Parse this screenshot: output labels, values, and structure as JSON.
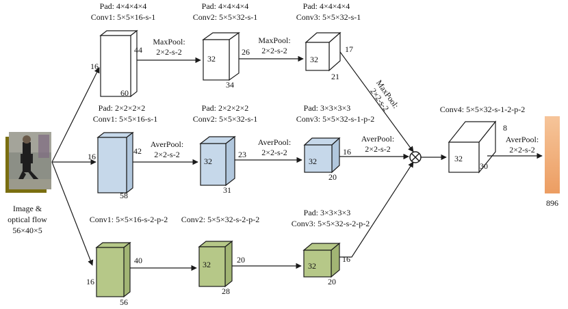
{
  "colors": {
    "white_block": "#ffffff",
    "blue_block": "#c6d8ea",
    "blue_side": "#b1c7dd",
    "green_block": "#b6c888",
    "green_side": "#a2b574",
    "output_block": "#f2b07a",
    "stroke": "#1a1a1a"
  },
  "input": {
    "label_line1": "Image &",
    "label_line2": "optical flow",
    "label_line3": "56×40×5"
  },
  "branch_top": {
    "conv1_pad": "Pad: 4×4×4×4",
    "conv1_label": "Conv1: 5×5×16-s-1",
    "conv1_dims": {
      "left": "16",
      "right": "44",
      "bottom": "60"
    },
    "pool1": {
      "line1": "MaxPool:",
      "line2": "2×2-s-2"
    },
    "conv2_pad": "Pad: 4×4×4×4",
    "conv2_label": "Conv2: 5×5×32-s-1",
    "conv2_dims": {
      "front": "32",
      "right": "26",
      "bottom": "34"
    },
    "pool2": {
      "line1": "MaxPool:",
      "line2": "2×2-s-2"
    },
    "conv3_pad": "Pad: 4×4×4×4",
    "conv3_label": "Conv3: 5×5×32-s-1",
    "conv3_dims": {
      "front": "32",
      "right": "17",
      "bottom": "21"
    },
    "pool3": {
      "line1": "MaxPool:",
      "line2": "2×2-s-2"
    }
  },
  "branch_mid": {
    "conv1_pad": "Pad: 2×2×2×2",
    "conv1_label": "Conv1: 5×5×16-s-1",
    "conv1_dims": {
      "left": "16",
      "right": "42",
      "bottom": "58"
    },
    "pool1": {
      "line1": "AverPool:",
      "line2": "2×2-s-2"
    },
    "conv2_pad": "Pad: 2×2×2×2",
    "conv2_label": "Conv2: 5×5×32-s-1",
    "conv2_dims": {
      "front": "32",
      "right": "23",
      "bottom": "31"
    },
    "pool2": {
      "line1": "AverPool:",
      "line2": "2×2-s-2"
    },
    "conv3_pad": "Pad: 3×3×3×3",
    "conv3_label": "Conv3: 5×5×32-s-1-p-2",
    "conv3_dims": {
      "front": "32",
      "right": "16",
      "bottom": "20"
    },
    "pool3": {
      "line1": "AverPool:",
      "line2": "2×2-s-2"
    }
  },
  "branch_bot": {
    "conv1_label": "Conv1: 5×5×16-s-2-p-2",
    "conv1_dims": {
      "left": "16",
      "right": "40",
      "bottom": "56"
    },
    "conv2_label": "Conv2: 5×5×32-s-2-p-2",
    "conv2_dims": {
      "front": "32",
      "right": "20",
      "bottom": "28"
    },
    "conv3_pad": "Pad: 3×3×3×3",
    "conv3_label": "Conv3: 5×5×32-s-2-p-2",
    "conv3_dims": {
      "front": "32",
      "right": "16",
      "bottom": "20"
    }
  },
  "merge": {
    "operator": "⊗",
    "conv4_label": "Conv4: 5×5×32-s-1-2-p-2",
    "conv4_dims": {
      "front": "32",
      "right": "8",
      "bottom": "30"
    },
    "pool": {
      "line1": "AverPool:",
      "line2": "2×2-s-2"
    },
    "output_dim": "896"
  }
}
